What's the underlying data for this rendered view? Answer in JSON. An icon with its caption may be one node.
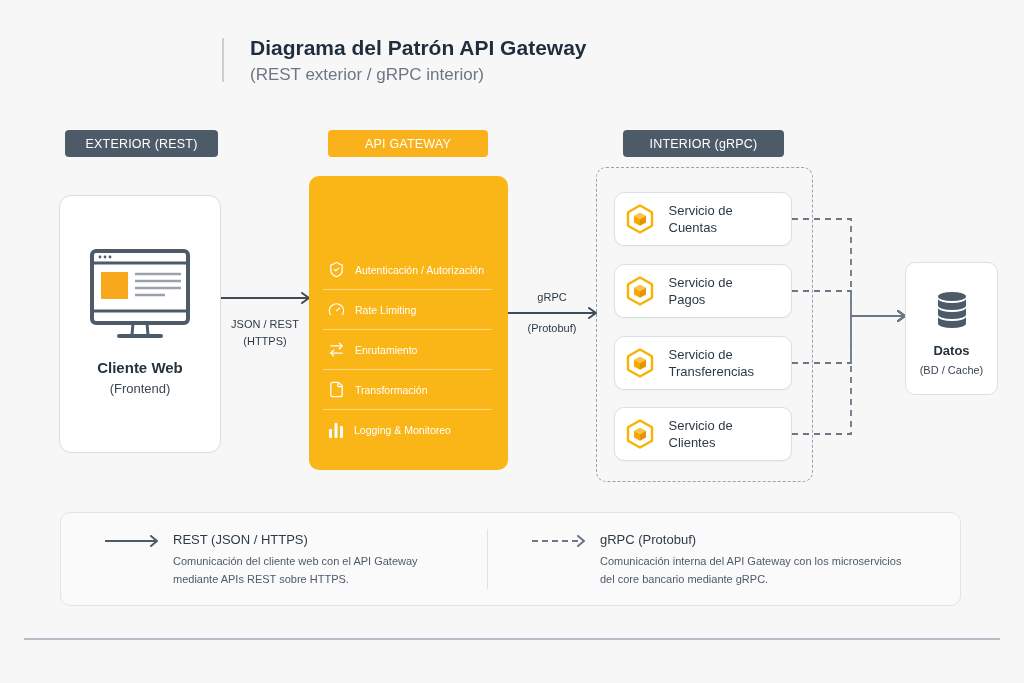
{
  "diagram": {
    "title": "Diagrama del Patrón API Gateway",
    "nodes": [
      {
        "text": [
          "EXTERIOR (REST)"
        ]
      },
      {
        "text": [
          "API GATEWAY"
        ]
      },
      {
        "text": [
          "INTERIOR (gRPC)"
        ]
      },
      {
        "text": [
          "Cliente Web",
          "(Frontend)"
        ]
      },
      {
        "text": [
          "Autenticación / Autorización",
          "Rate Limiting",
          "Enrutamiento",
          "Transformación",
          "Logging & Monitoreo"
        ]
      },
      {
        "text": [],
        "shape": "box"
      },
      {
        "text": [
          "Servicio de Cuentas"
        ],
        "in": 5
      },
      {
        "text": [
          "Servicio de Pagos"
        ],
        "in": 5
      },
      {
        "text": [
          "Servicio de Transferencias"
        ],
        "in": 5
      },
      {
        "text": [
          "Servicio de Clientes"
        ],
        "in": 5
      },
      {
        "text": [
          "Datos",
          "(BD / Cache)"
        ]
      }
    ],
    "edges": [
      {
        "from": 3,
        "to": 4,
        "arrow": "to",
        "label": "JSON / REST (HTTPS)"
      },
      {
        "from": 4,
        "to": 5,
        "arrow": "to",
        "label": "gRPC (Protobuf)"
      },
      {
        "from": 6,
        "to": 10,
        "arrow": "to",
        "style": "dashed"
      },
      {
        "from": 7,
        "to": 10,
        "arrow": "to",
        "style": "dashed"
      },
      {
        "from": 8,
        "to": 10,
        "arrow": "to",
        "style": "dashed"
      },
      {
        "from": 9,
        "to": 10,
        "arrow": "to",
        "style": "dashed"
      }
    ],
    "labels": [
      "(REST exterior / gRPC interior)",
      "Comunicación del cliente web con el API Gateway mediante APIs REST sobre HTTPS.",
      "Comunicación interna del API Gateway con los microservicios del core bancario mediante gRPC."
    ],
    "legend": [
      {
        "text": "REST (JSON / HTTPS)"
      },
      {
        "text": "gRPC (Protobuf)"
      }
    ]
  }
}
